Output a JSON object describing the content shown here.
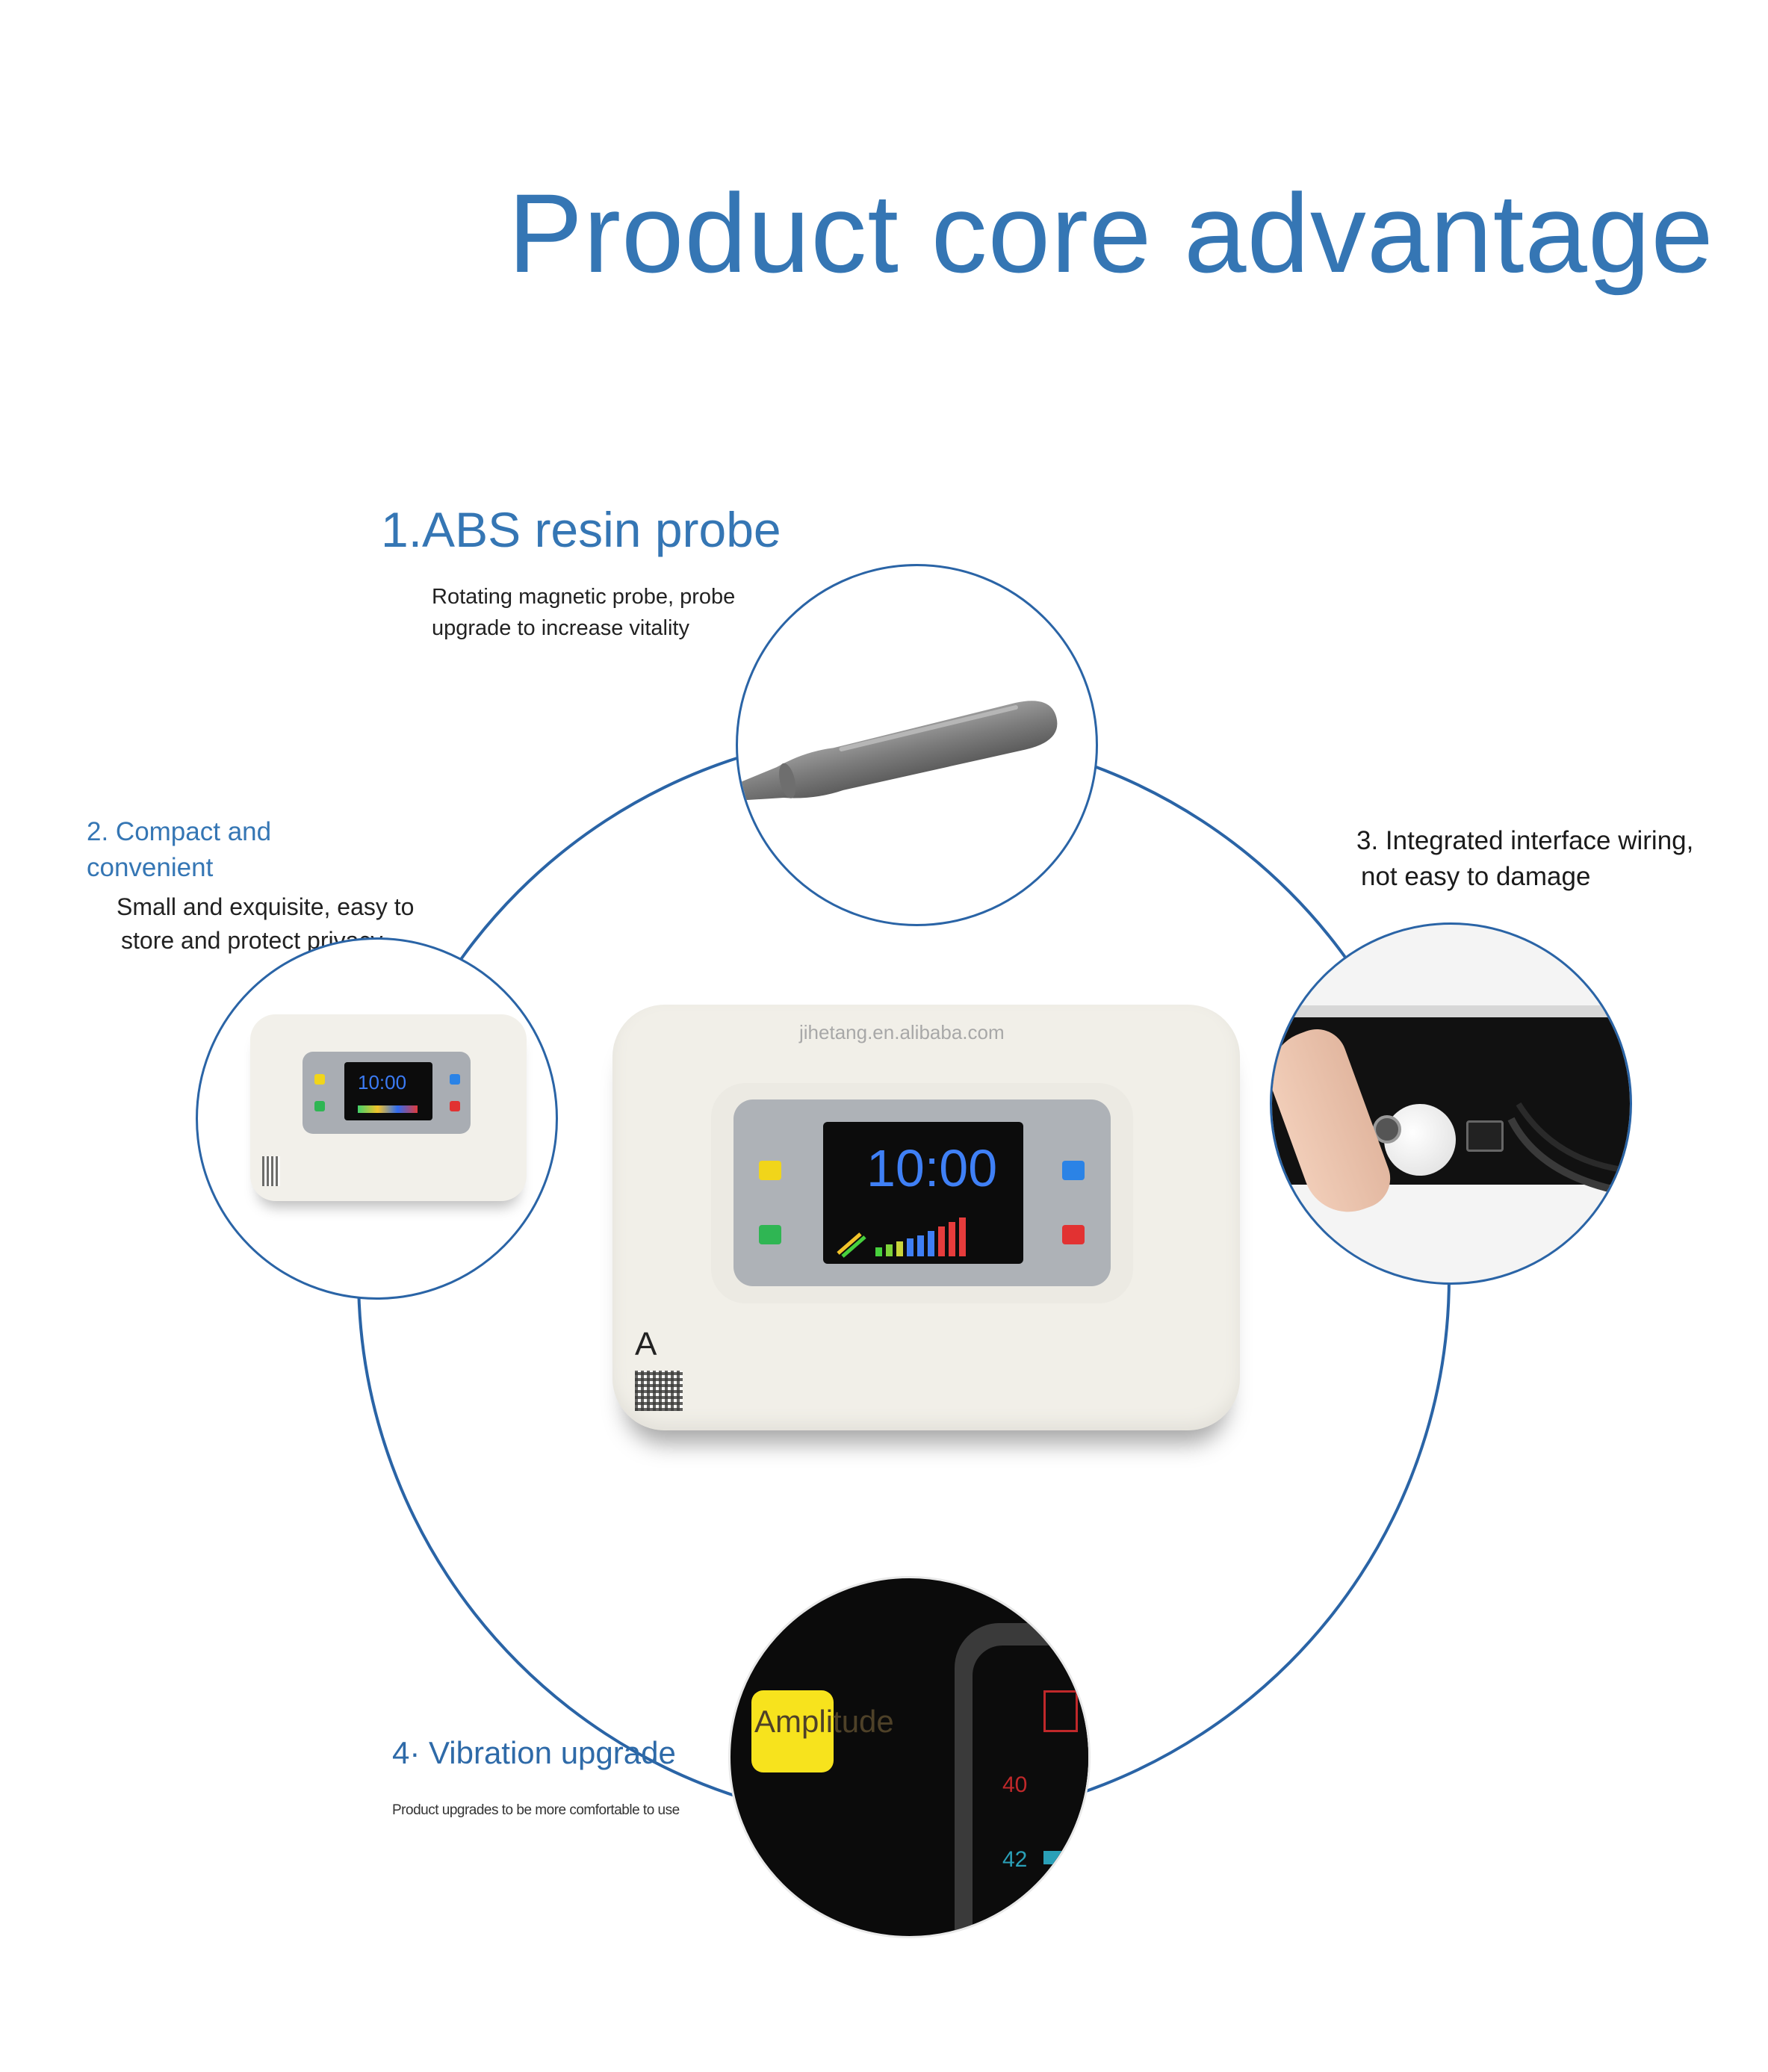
{
  "page": {
    "title": "Product core advantage",
    "watermark": "jihetang.en.alibaba.com"
  },
  "features": [
    {
      "title": "1.ABS resin probe",
      "description_lines": [
        "Rotating magnetic probe, probe",
        "upgrade to increase vitality"
      ]
    },
    {
      "title_lines": [
        "2. Compact and",
        "convenient"
      ],
      "description_lines": [
        "Small and exquisite, easy to",
        "store and protect privacy"
      ]
    },
    {
      "title_lines": [
        "3. Integrated interface wiring,",
        "not easy to damage"
      ]
    },
    {
      "title": "4· Vibration upgrade",
      "description": "Product upgrades to be more comfortable to use"
    }
  ],
  "device": {
    "display_time": "10:00",
    "side_label": "A",
    "amplitude_label": "Amplitude",
    "readouts": [
      "40",
      "42"
    ]
  },
  "colors": {
    "accent_blue": "#3576b4",
    "ring_blue": "#2a64a6",
    "device_white": "#f1efe8",
    "screen_black": "#0c0c0c"
  }
}
